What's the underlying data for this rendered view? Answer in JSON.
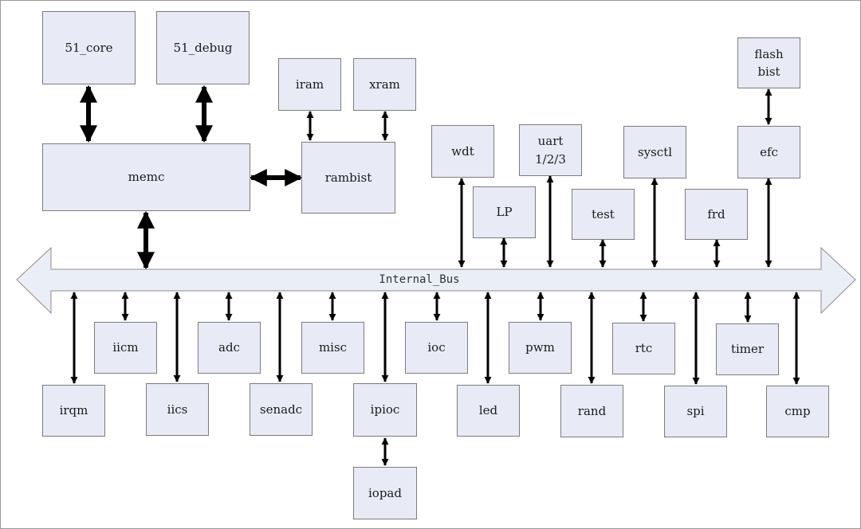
{
  "bus": {
    "label": "Internal_Bus"
  },
  "blocks": {
    "core51": "51_core",
    "debug51": "51_debug",
    "memc": "memc",
    "iram": "iram",
    "xram": "xram",
    "rambist": "rambist",
    "wdt": "wdt",
    "uart": "uart\n1/2/3",
    "lp": "LP",
    "test": "test",
    "sysctl": "sysctl",
    "frd": "frd",
    "flashbist": "flash\nbist",
    "efc": "efc",
    "iicm": "iicm",
    "adc": "adc",
    "misc": "misc",
    "ioc": "ioc",
    "pwm": "pwm",
    "rtc": "rtc",
    "timer": "timer",
    "irqm": "irqm",
    "iics": "iics",
    "senadc": "senadc",
    "ipioc": "ipioc",
    "led": "led",
    "rand": "rand",
    "spi": "spi",
    "cmp": "cmp",
    "iopad": "iopad"
  },
  "colors": {
    "block_fill": "#e8ebf5",
    "block_border": "#7c7c7c",
    "bus_fill": "#eaeef7",
    "arrow": "#000000"
  }
}
